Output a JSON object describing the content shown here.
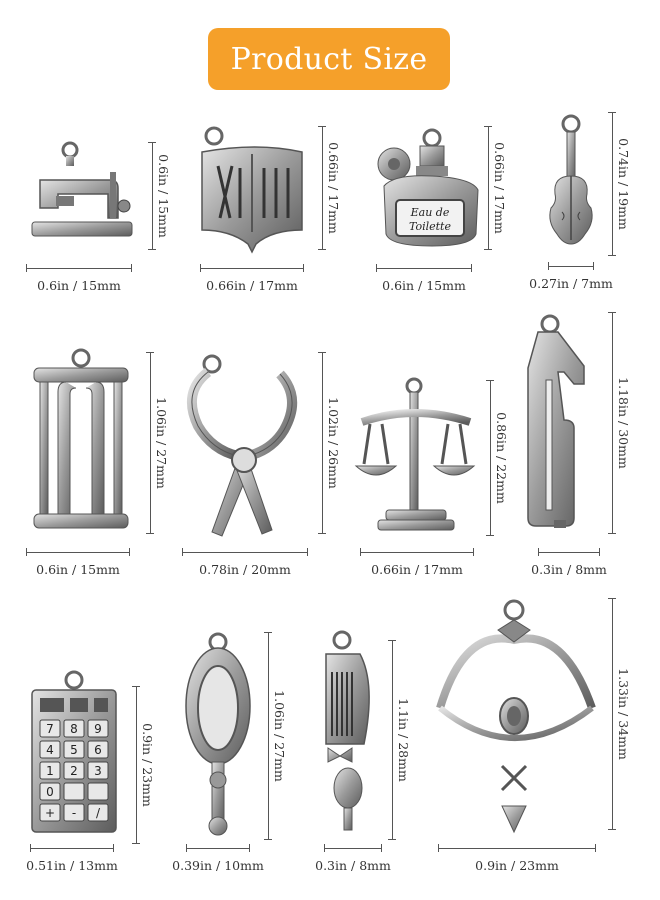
{
  "title": "Product Size",
  "items": [
    {
      "name": "Sewing machine",
      "width": "0.6in / 15mm",
      "height": "0.6in / 15mm"
    },
    {
      "name": "Sewing kit",
      "width": "0.66in / 17mm",
      "height": "0.66in / 17mm"
    },
    {
      "name": "Perfume bottle",
      "width": "0.6in / 15mm",
      "height": "0.66in / 17mm",
      "engraving": [
        "Eau de",
        "Toilette"
      ]
    },
    {
      "name": "Violin",
      "width": "0.27in / 7mm",
      "height": "0.74in / 19mm"
    },
    {
      "name": "Frame",
      "width": "0.6in / 15mm",
      "height": "1.06in / 27mm"
    },
    {
      "name": "Scissors",
      "width": "0.78in / 20mm",
      "height": "1.02in / 26mm"
    },
    {
      "name": "Scales",
      "width": "0.66in / 17mm",
      "height": "0.86in / 22mm"
    },
    {
      "name": "Hacksaw",
      "width": "0.3in / 8mm",
      "height": "1.18in / 30mm"
    },
    {
      "name": "Calculator",
      "width": "0.51in / 13mm",
      "height": "0.9in / 23mm",
      "keys": [
        "7",
        "8",
        "9",
        "4",
        "5",
        "6",
        "1",
        "2",
        "3",
        "0",
        "",
        "",
        "+",
        "-",
        "/"
      ]
    },
    {
      "name": "Hand mirror",
      "width": "0.39in / 10mm",
      "height": "1.06in / 27mm"
    },
    {
      "name": "Comb",
      "width": "0.3in / 8mm",
      "height": "1.1in / 28mm"
    },
    {
      "name": "Bow and arrow",
      "width": "0.9in / 23mm",
      "height": "1.33in / 34mm"
    }
  ],
  "colors": {
    "badge": "#f5a02a",
    "metal": "#9a9a9a",
    "metal_dark": "#5c5c5c",
    "metal_light": "#d6d6d6"
  }
}
